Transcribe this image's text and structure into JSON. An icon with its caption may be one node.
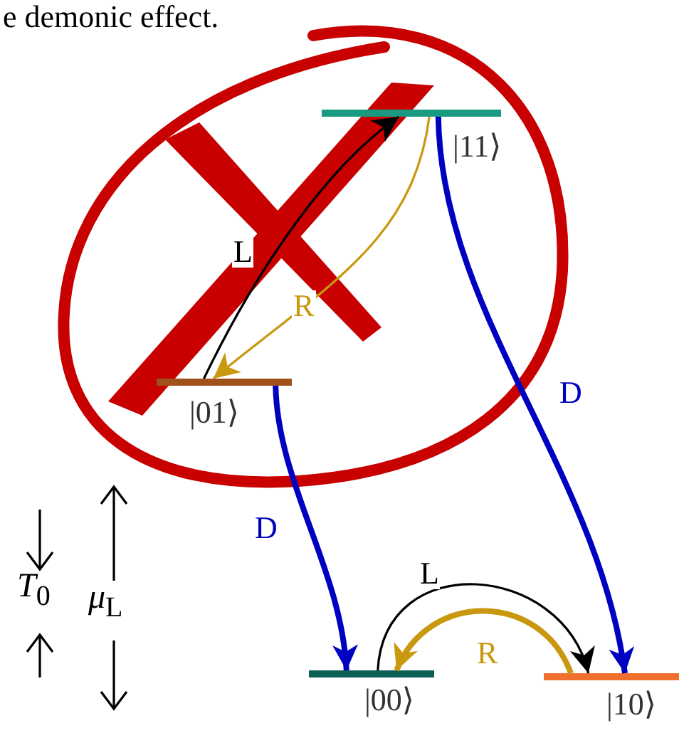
{
  "diagram": {
    "nodes": [
      {
        "text": [],
        "shape": "bar",
        "beside": [
          "|11⟩"
        ]
      },
      {
        "text": [],
        "shape": "bar",
        "beside": [
          "|01⟩"
        ]
      },
      {
        "text": [],
        "shape": "bar",
        "beside": [
          "|00⟩"
        ]
      },
      {
        "text": [],
        "shape": "bar",
        "beside": [
          "|10⟩"
        ]
      }
    ],
    "edges": [
      {
        "from": 1,
        "to": 0,
        "arrow": "to",
        "label": "L",
        "color": "#000000"
      },
      {
        "from": 0,
        "to": 1,
        "arrow": "to",
        "label": "R",
        "color": "#c9980e"
      },
      {
        "from": 0,
        "to": 3,
        "arrow": "to",
        "label": "D",
        "color": "#0000c0",
        "style": "thick"
      },
      {
        "from": 1,
        "to": 2,
        "arrow": "to",
        "label": "D",
        "color": "#0000c0",
        "style": "thick"
      },
      {
        "from": 2,
        "to": 3,
        "arrow": "to",
        "label": "L",
        "color": "#000000"
      },
      {
        "from": 3,
        "to": 2,
        "arrow": "to",
        "label": "R",
        "color": "#c9980e",
        "style": "thick"
      }
    ],
    "labels": [
      "e demonic effect.",
      "*T*$_{0}$",
      "*μ*$_{L}$"
    ]
  }
}
